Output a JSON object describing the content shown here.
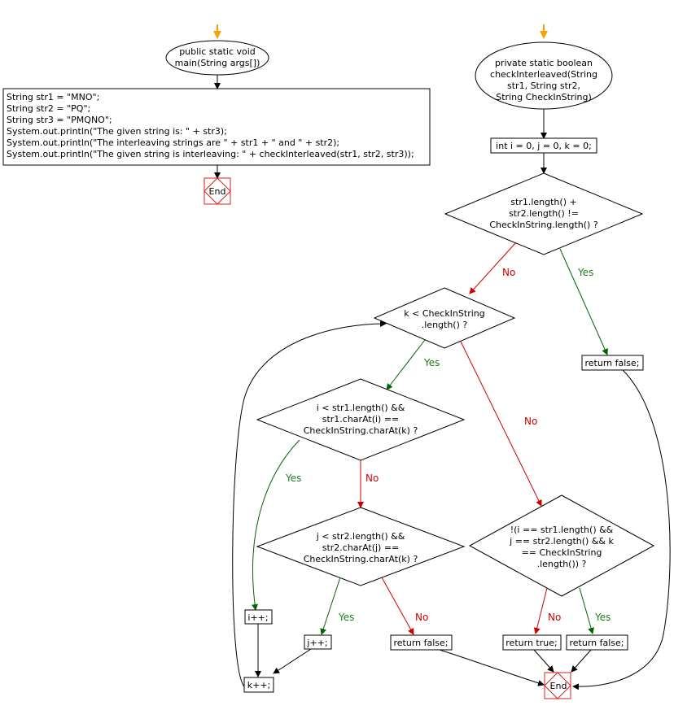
{
  "main": {
    "entry_line1": "public static void",
    "entry_line2": "main(String args[])",
    "code": [
      "String str1 = \"MNO\";",
      "String str2 = \"PQ\";",
      "String str3 = \"PMQNO\";",
      "System.out.println(\"The given string is: \" + str3);",
      "System.out.println(\"The interleaving strings are \" + str1 + \" and \" + str2);",
      "System.out.println(\"The given string is interleaving: \" + checkInterleaved(str1, str2, str3));"
    ],
    "end": "End"
  },
  "method": {
    "entry": [
      "private static boolean",
      "checkInterleaved(String",
      "str1, String str2,",
      "String CheckInString)"
    ],
    "init": "int i = 0, j = 0, k = 0;",
    "cond_length": [
      "str1.length() +",
      "str2.length() !=",
      "CheckInString.length() ?"
    ],
    "cond_loop": [
      "k < CheckInString",
      ".length() ?"
    ],
    "cond_i": [
      "i < str1.length() &&",
      "str1.charAt(i) ==",
      "CheckInString.charAt(k) ?"
    ],
    "cond_j": [
      "j < str2.length() &&",
      "str2.charAt(j) ==",
      "CheckInString.charAt(k) ?"
    ],
    "cond_final": [
      "!(i == str1.length() &&",
      "j == str2.length() && k",
      "== CheckInString",
      ".length()) ?"
    ],
    "ret_false_1": "return false;",
    "ret_false_2": "return false;",
    "ret_true": "return true;",
    "ret_false_3": "return false;",
    "inc_i": "i++;",
    "inc_j": "j++;",
    "inc_k": "k++;",
    "end": "End"
  },
  "labels": {
    "yes": "Yes",
    "no": "No"
  },
  "colors": {
    "start_arrow": "#f5a300",
    "yes": "#006400",
    "no": "#cc0000",
    "end_border": "#cc2222"
  }
}
